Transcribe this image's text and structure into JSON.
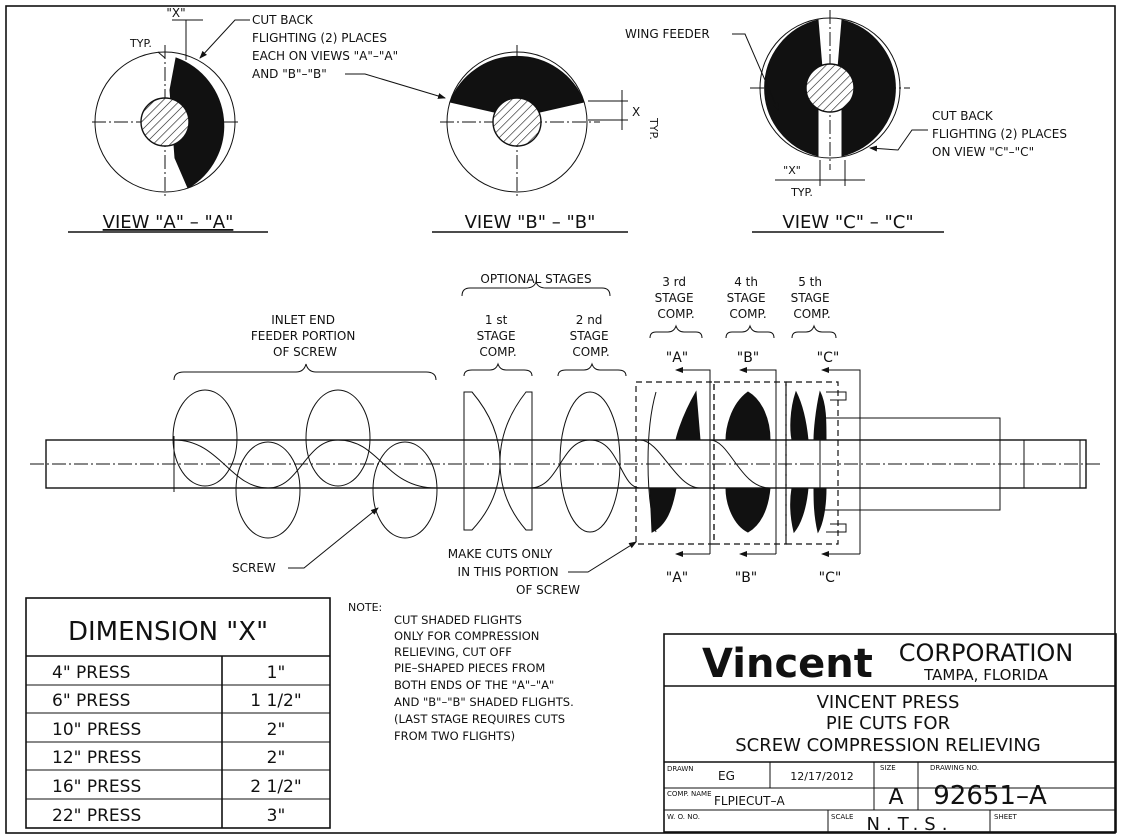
{
  "views": {
    "a": {
      "title": "VIEW \"A\" – \"A\"",
      "x_label": "\"X\"",
      "typ_label": "TYP."
    },
    "b": {
      "title": "VIEW \"B\" – \"B\"",
      "x_label": "X",
      "typ_label": "TYP."
    },
    "c": {
      "title": "VIEW \"C\" – \"C\"",
      "x_label": "\"X\"",
      "typ_label": "TYP."
    }
  },
  "callouts": {
    "cut_back_ab": [
      "CUT BACK",
      "FLIGHTING (2) PLACES",
      "EACH ON VIEWS \"A\"–\"A\"",
      "AND \"B\"–\"B\""
    ],
    "wing_feeder": "WING FEEDER",
    "cut_back_c": [
      "CUT BACK",
      "FLIGHTING (2) PLACES",
      "ON VIEW \"C\"–\"C\""
    ],
    "optional_stages": "OPTIONAL STAGES",
    "inlet": [
      "INLET END",
      "FEEDER PORTION",
      "OF SCREW"
    ],
    "stage1": [
      "1 st",
      "STAGE",
      "COMP."
    ],
    "stage2": [
      "2 nd",
      "STAGE",
      "COMP."
    ],
    "stage3": [
      "3 rd",
      "STAGE",
      "COMP."
    ],
    "stage4": [
      "4 th",
      "STAGE",
      "COMP."
    ],
    "stage5": [
      "5 th",
      "STAGE",
      "COMP."
    ],
    "sec_a": "\"A\"",
    "sec_b": "\"B\"",
    "sec_c": "\"C\"",
    "screw": "SCREW",
    "make_cuts": [
      "MAKE CUTS ONLY",
      "IN THIS PORTION",
      "OF SCREW"
    ]
  },
  "dimension_table": {
    "header": "DIMENSION \"X\"",
    "rows": [
      {
        "press": "4\" PRESS",
        "x": "1\""
      },
      {
        "press": "6\" PRESS",
        "x": "1 1/2\""
      },
      {
        "press": "10\" PRESS",
        "x": "2\""
      },
      {
        "press": "12\" PRESS",
        "x": "2\""
      },
      {
        "press": "16\" PRESS",
        "x": "2 1/2\""
      },
      {
        "press": "22\" PRESS",
        "x": "3\""
      }
    ]
  },
  "note": {
    "label": "NOTE:",
    "lines": [
      "CUT SHADED FLIGHTS",
      "ONLY FOR COMPRESSION",
      "RELIEVING, CUT OFF",
      "PIE–SHAPED PIECES FROM",
      "BOTH ENDS OF THE \"A\"–\"A\"",
      "AND \"B\"–\"B\" SHADED FLIGHTS.",
      "(LAST STAGE REQUIRES CUTS",
      "FROM TWO FLIGHTS)"
    ]
  },
  "title_block": {
    "company": "Vincent",
    "corporation": "CORPORATION",
    "location": "TAMPA, FLORIDA",
    "title_lines": [
      "VINCENT PRESS",
      "PIE CUTS FOR",
      "SCREW COMPRESSION RELIEVING"
    ],
    "drawn_label": "DRAWN",
    "drawn_by": "EG",
    "date": "12/17/2012",
    "size_label": "SIZE",
    "size": "A",
    "drawing_no_label": "DRAWING NO.",
    "drawing_no": "92651–A",
    "comp_name_label": "COMP. NAME",
    "comp_name": "FLPIECUT–A",
    "wo_label": "W. O. NO.",
    "scale_label": "SCALE",
    "scale": "N.T.S.",
    "sheet_label": "SHEET"
  }
}
